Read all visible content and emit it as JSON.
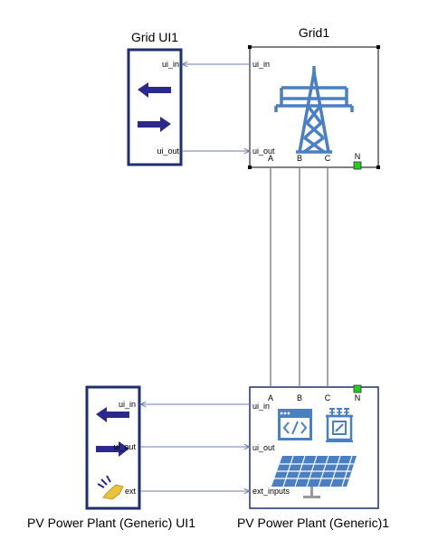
{
  "blocks": {
    "grid_ui": {
      "title": "Grid UI1",
      "ports": {
        "ui_in": "ui_in",
        "ui_out": "ui_out"
      }
    },
    "grid": {
      "title": "Grid1",
      "ports": {
        "ui_in": "ui_in",
        "ui_out": "ui_out",
        "a": "A",
        "b": "B",
        "c": "C",
        "n": "N"
      }
    },
    "pv_ui": {
      "title": "PV Power Plant (Generic) UI1",
      "ports": {
        "ui_in": "ui_in",
        "ui_out": "ui_out",
        "ext": "ext"
      }
    },
    "pv": {
      "title": "PV Power Plant (Generic)1",
      "ports": {
        "ui_in": "ui_in",
        "ui_out": "ui_out",
        "ext_inputs": "ext_inputs",
        "a": "A",
        "b": "B",
        "c": "C",
        "n": "N"
      }
    }
  },
  "icons": {
    "grid": "transmission-tower-icon",
    "pv_code": "code-window-icon",
    "pv_transformer": "transformer-icon",
    "pv_panel": "solar-panel-icon",
    "arrow_left": "arrow-left-icon",
    "arrow_right": "arrow-right-icon",
    "solar": "solar-sun-icon"
  },
  "colors": {
    "block_border": "#1f2f6e",
    "arrow": "#2b2a8c",
    "icon_blue": "#4a7fc1",
    "signal_line": "#6f7fae",
    "power_line": "#777777",
    "neutral": "#22cc22"
  }
}
